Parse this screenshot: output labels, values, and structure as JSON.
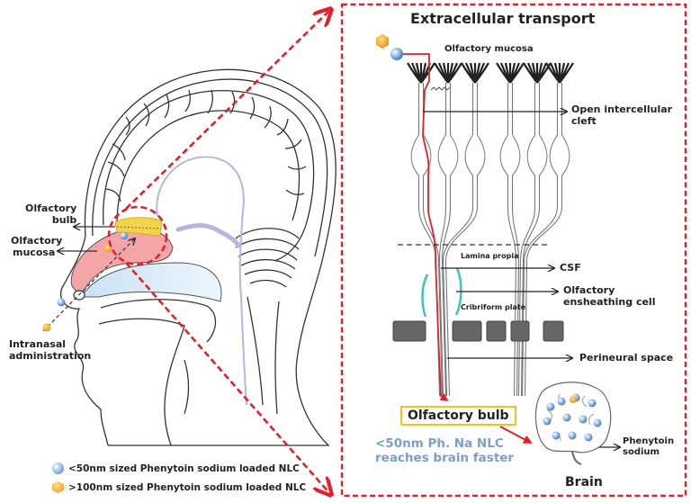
{
  "left_panel": {
    "labels": {
      "olfactory_bulb": "Olfactory\nbulb",
      "olfactory_bulb_line1": "Olfactory",
      "olfactory_bulb_line2": "bulb",
      "olfactory_mucosa_line1": "Olfactory",
      "olfactory_mucosa_line2": "mucosa",
      "intranasal_line1": "Intranasal",
      "intranasal_line2": "administration"
    }
  },
  "right_panel": {
    "title": "Extracellular transport",
    "labels": {
      "olfactory_mucosa": "Olfactory mucosa",
      "open_cleft_line1": "Open intercellular",
      "open_cleft_line2": "cleft",
      "lamina_propia": "Lamina propia",
      "csf": "CSF",
      "cribriform_plate": "Cribriform plate",
      "ensheathing_line1": "Olfactory",
      "ensheathing_line2": "ensheathing cell",
      "perineural_space": "Perineural space",
      "olfactory_bulb_box": "Olfactory bulb",
      "faster_line1": "<50nm Ph. Na NLC",
      "faster_line2": "reaches brain faster",
      "brain": "Brain",
      "phenytoin_line1": "Phenytoin",
      "phenytoin_line2": "sodium"
    }
  },
  "legend": {
    "items": [
      {
        "icon": "blue-nlc-sphere-icon",
        "label": "<50nm sized Phenytoin sodium loaded NLC",
        "color": "#5b8fd6"
      },
      {
        "icon": "orange-nlc-hexagon-icon",
        "label": ">100nm sized Phenytoin sodium loaded NLC",
        "color": "#f5a623"
      }
    ]
  },
  "colors": {
    "dash_red": "#e0202a",
    "nasal_pink": "#f4a5a8",
    "bulb_yellow": "#f3d34a",
    "palate_blue": "#cfe6f5",
    "csf_purple": "#b8b5df",
    "ensheath_teal": "#3fc4b2",
    "plate_gray": "#666666",
    "blue_text": "#7b9fc9",
    "nlc_blue": "#5b8fd6",
    "nlc_orange": "#f5a623"
  }
}
